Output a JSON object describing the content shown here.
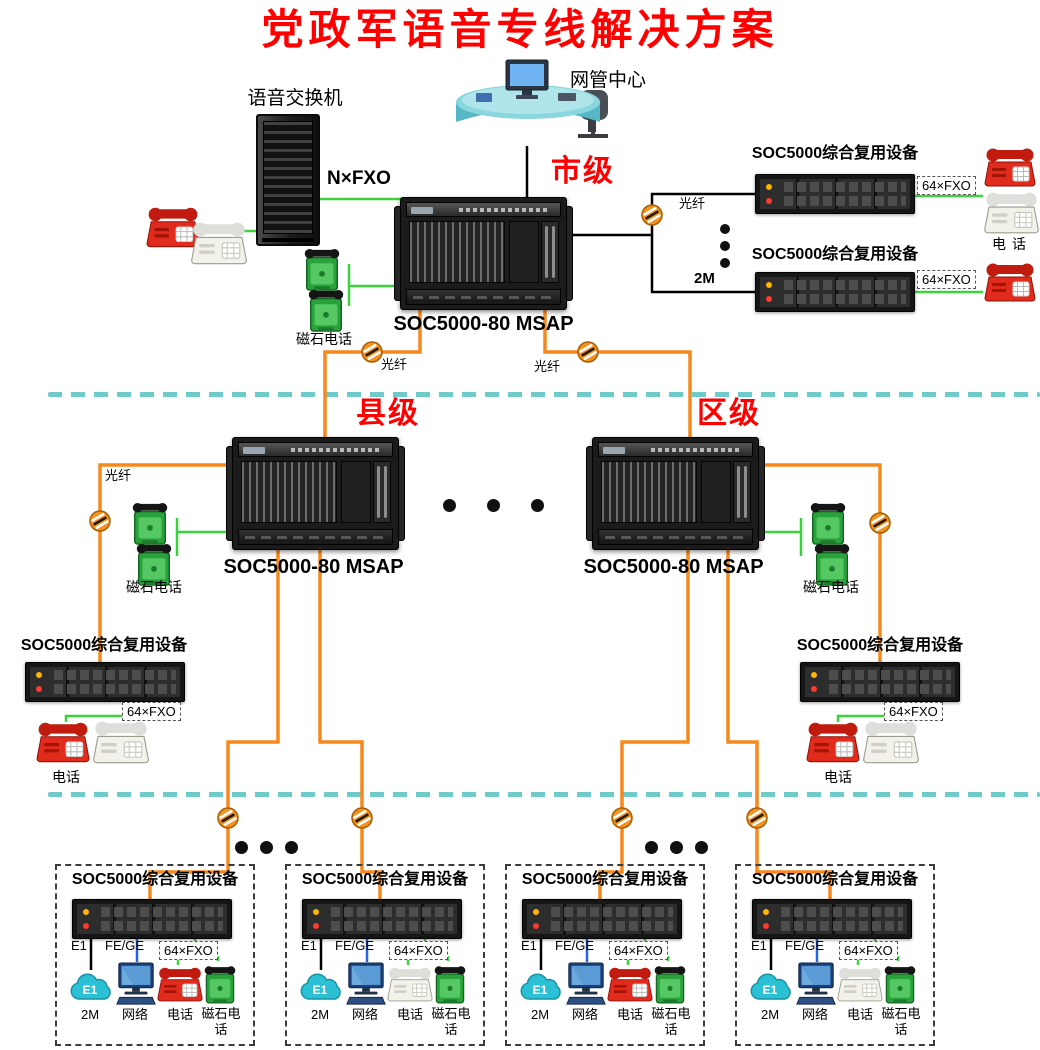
{
  "title": "党政军语音专线解决方案",
  "header": {
    "nms_center": "网管中心",
    "voice_switch": "语音交换机"
  },
  "levels": {
    "city": "市级",
    "county": "县级",
    "district": "区级"
  },
  "device_labels": {
    "msap": "SOC5000-80 MSAP",
    "mux": "SOC5000综合复用设备"
  },
  "link_labels": {
    "fiber": "光纤",
    "n_fxo": "N×FXO",
    "fxo_64": "64×FXO",
    "two_m": "2M",
    "e1": "E1",
    "fe_ge": "FE/GE"
  },
  "terminal_labels": {
    "phone": "电话",
    "magneto_phone": "磁石电话",
    "network": "网络",
    "cloud_e1": "E1"
  },
  "colors": {
    "title_red": "#ff0000",
    "level_red": "#ff0000",
    "fiber_orange": "#f5891d",
    "line_green": "#3bd33b",
    "line_blue": "#2563eb",
    "line_black": "#000000",
    "divider_teal": "#6fcaca",
    "device_dark": "#1b1b1b"
  }
}
